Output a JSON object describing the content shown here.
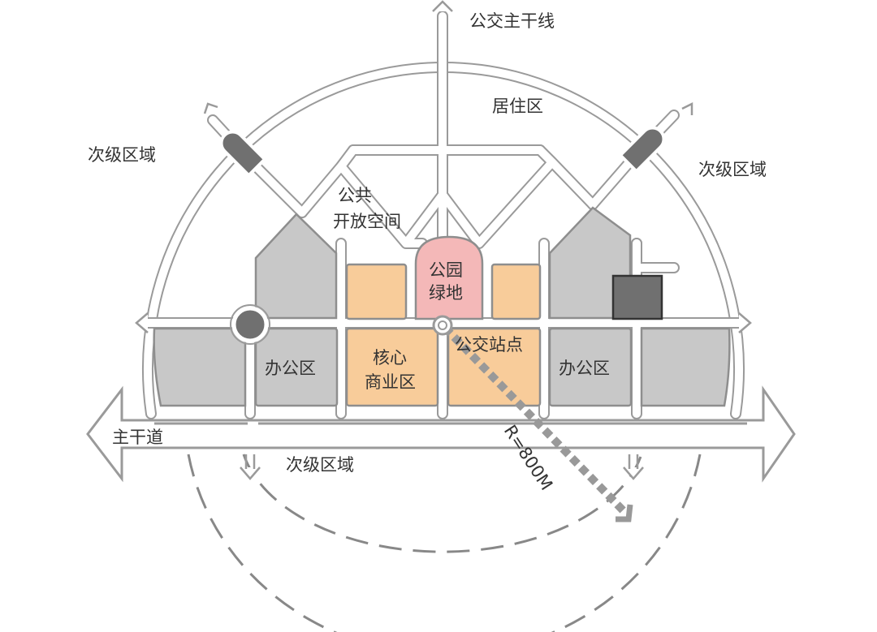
{
  "labels": {
    "transit_trunk": "公交主干线",
    "residential": "居住区",
    "secondary_nw": "次级区域",
    "secondary_ne": "次级区域",
    "secondary_s": "次级区域",
    "public_open_1": "公共",
    "public_open_2": "开放空间",
    "park_1": "公园",
    "park_2": "绿地",
    "bus_stop": "公交站点",
    "core_1": "核心",
    "core_2": "商业区",
    "office_left": "办公区",
    "office_right": "办公区",
    "main_road": "主干道",
    "radius": "R=800M"
  },
  "colors": {
    "office_gray": "#c8c8c8",
    "commercial_orange": "#f8cc9a",
    "park_pink": "#f4b8b8",
    "node_dark": "#707070",
    "road_stroke": "#9a9a9a"
  }
}
